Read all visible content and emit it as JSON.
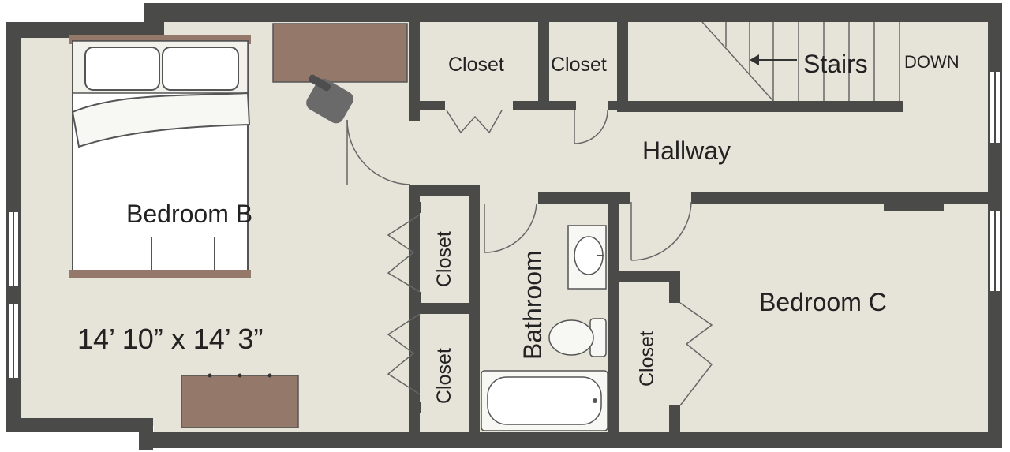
{
  "rooms": {
    "bedroom_b": "Bedroom B",
    "bedroom_c": "Bedroom C",
    "hallway": "Hallway",
    "bathroom": "Bathroom",
    "stairs": "Stairs",
    "stairs_direction": "DOWN"
  },
  "closets": {
    "top_left": "Closet",
    "top_right": "Closet",
    "middle_upper": "Closet",
    "middle_lower": "Closet",
    "bedroom_c": "Closet"
  },
  "dimensions": {
    "bedroom_b": "14’ 10” x 14’ 3”"
  },
  "colors": {
    "wall": "#4a4a48",
    "floor": "#e6e3d9",
    "furniture_wood": "#94786a",
    "fixture": "#f7f7f4",
    "line": "#555555"
  }
}
